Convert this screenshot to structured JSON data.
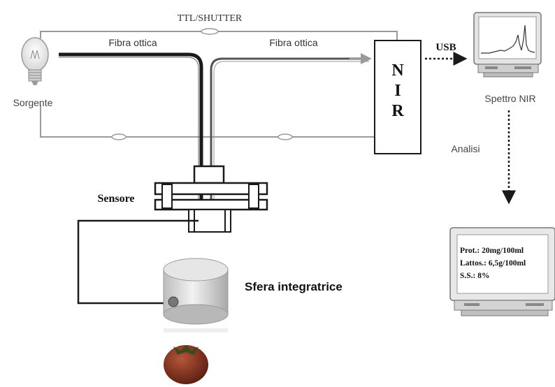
{
  "labels": {
    "ttl_shutter": "TTL/SHUTTER",
    "fiber_left": "Fibra ottica",
    "fiber_right": "Fibra ottica",
    "source": "Sorgente",
    "usb": "USB",
    "nir_letters": [
      "N",
      "I",
      "R"
    ],
    "spectrum": "Spettro NIR",
    "analysis": "Analisi",
    "sensor": "Sensore",
    "sphere": "Sfera integratrice"
  },
  "results_screen": {
    "lines": [
      "Prot.: 20mg/100ml",
      "Lattos.: 6,5g/100ml",
      "S.S.: 8%"
    ]
  },
  "colors": {
    "line_dark": "#1a1a1a",
    "line_gray": "#9a9a9a",
    "fiber_gray": "#555555",
    "monitor_bezel": "#d8d8d8",
    "fruit": "#7a2a1a"
  }
}
